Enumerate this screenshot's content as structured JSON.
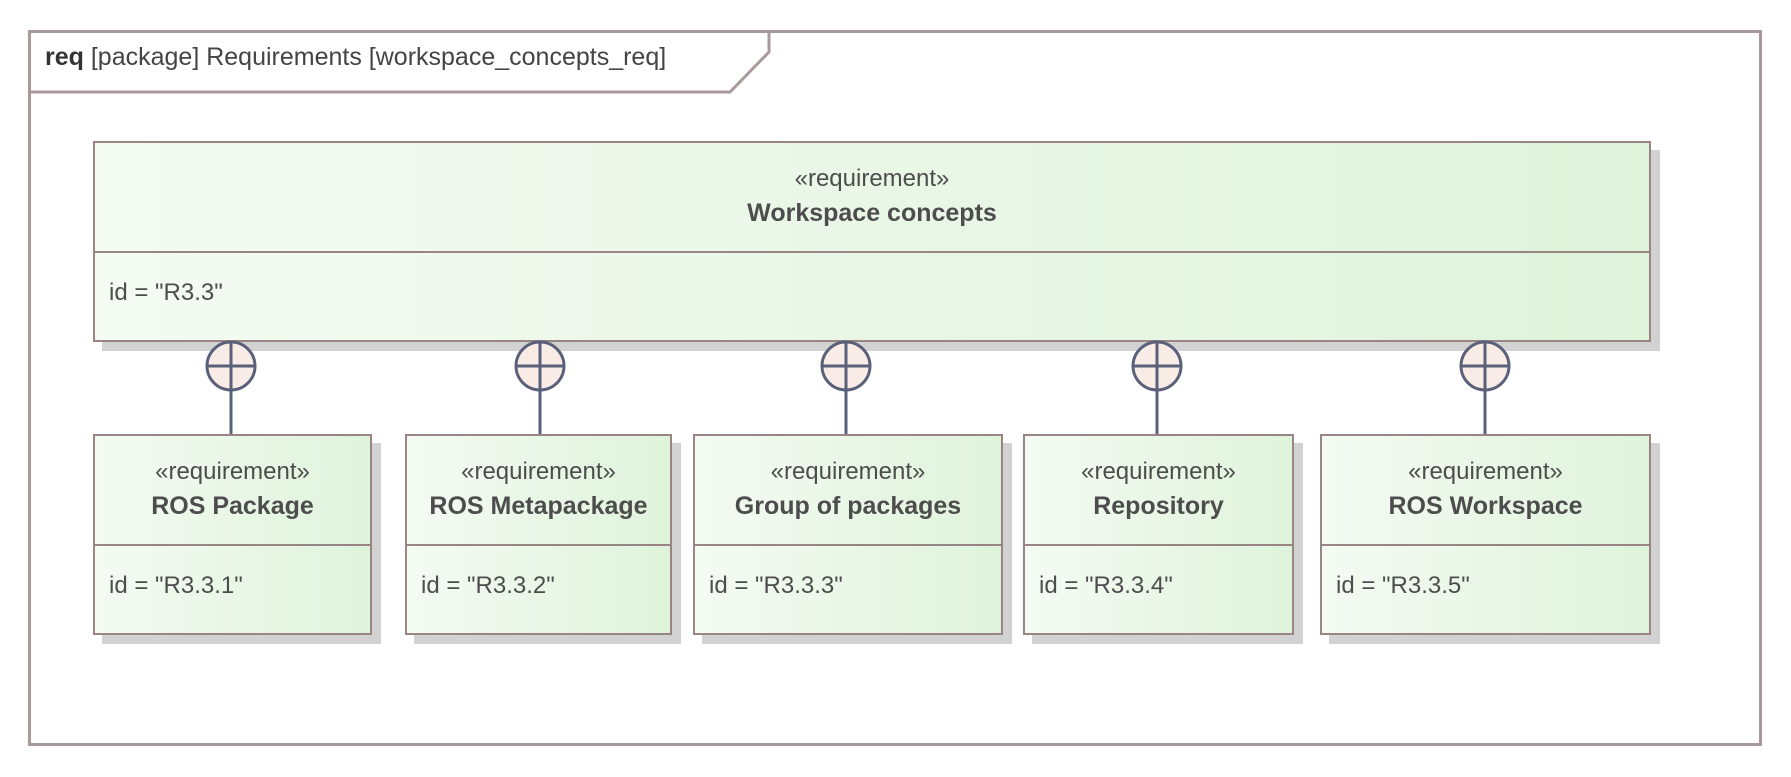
{
  "frame": {
    "kind": "req",
    "title": "[package] Requirements [workspace_concepts_req]"
  },
  "parent": {
    "stereotype": "«requirement»",
    "name": "Workspace concepts",
    "attribute": "id = \"R3.3\""
  },
  "children": [
    {
      "stereotype": "«requirement»",
      "name": "ROS Package",
      "attribute": "id = \"R3.3.1\""
    },
    {
      "stereotype": "«requirement»",
      "name": "ROS Metapackage",
      "attribute": "id = \"R3.3.2\""
    },
    {
      "stereotype": "«requirement»",
      "name": "Group of packages",
      "attribute": "id = \"R3.3.3\""
    },
    {
      "stereotype": "«requirement»",
      "name": "Repository",
      "attribute": "id = \"R3.3.4\""
    },
    {
      "stereotype": "«requirement»",
      "name": "ROS Workspace",
      "attribute": "id = \"R3.3.5\""
    }
  ],
  "relationship": "containment",
  "colors": {
    "block_fill_start": "#f4fbf3",
    "block_fill_end": "#dff3db",
    "block_border": "#9a8585",
    "connector": "#5a607a",
    "connector_fill": "#f9ece6",
    "frame_border": "#a89a9a"
  }
}
